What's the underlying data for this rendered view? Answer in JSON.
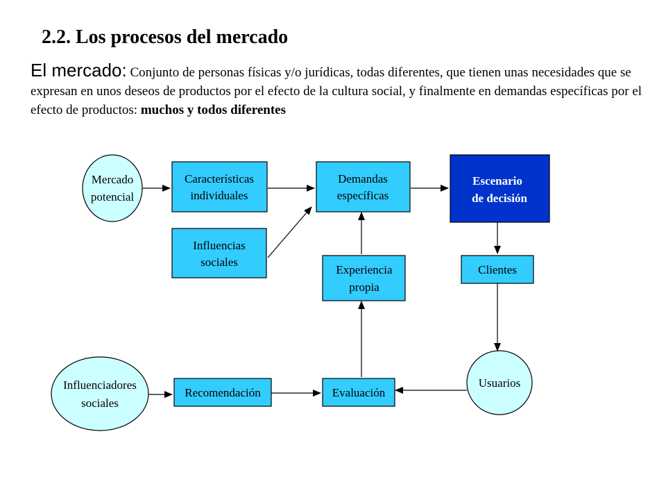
{
  "title": "2.2. Los procesos del mercado",
  "intro": {
    "lead": "El mercado:",
    "body": " Conjunto de personas físicas y/o jurídicas, todas diferentes, que tienen unas necesidades que se expresan en unos deseos de productos por el efecto de la cultura social, y finalmente en demandas específicas  por el efecto de productos: ",
    "emphasis": "muchos y todos diferentes"
  },
  "colors": {
    "box_fill": "#33ccff",
    "ellipse_fill": "#ccffff",
    "highlight_fill": "#0033cc",
    "stroke": "#000000"
  },
  "nodes": {
    "mercado_potencial": [
      "Mercado",
      "potencial"
    ],
    "caracteristicas": [
      "Características",
      "individuales"
    ],
    "demandas": [
      "Demandas",
      "específicas"
    ],
    "escenario": [
      "Escenario",
      "de decisión"
    ],
    "influencias": [
      "Influencias",
      "sociales"
    ],
    "experiencia": [
      "Experiencia",
      "propia"
    ],
    "clientes": [
      "Clientes"
    ],
    "influenciadores": [
      "Influenciadores",
      "sociales"
    ],
    "recomendacion": [
      "Recomendación"
    ],
    "evaluacion": [
      "Evaluación"
    ],
    "usuarios": [
      "Usuarios"
    ]
  }
}
